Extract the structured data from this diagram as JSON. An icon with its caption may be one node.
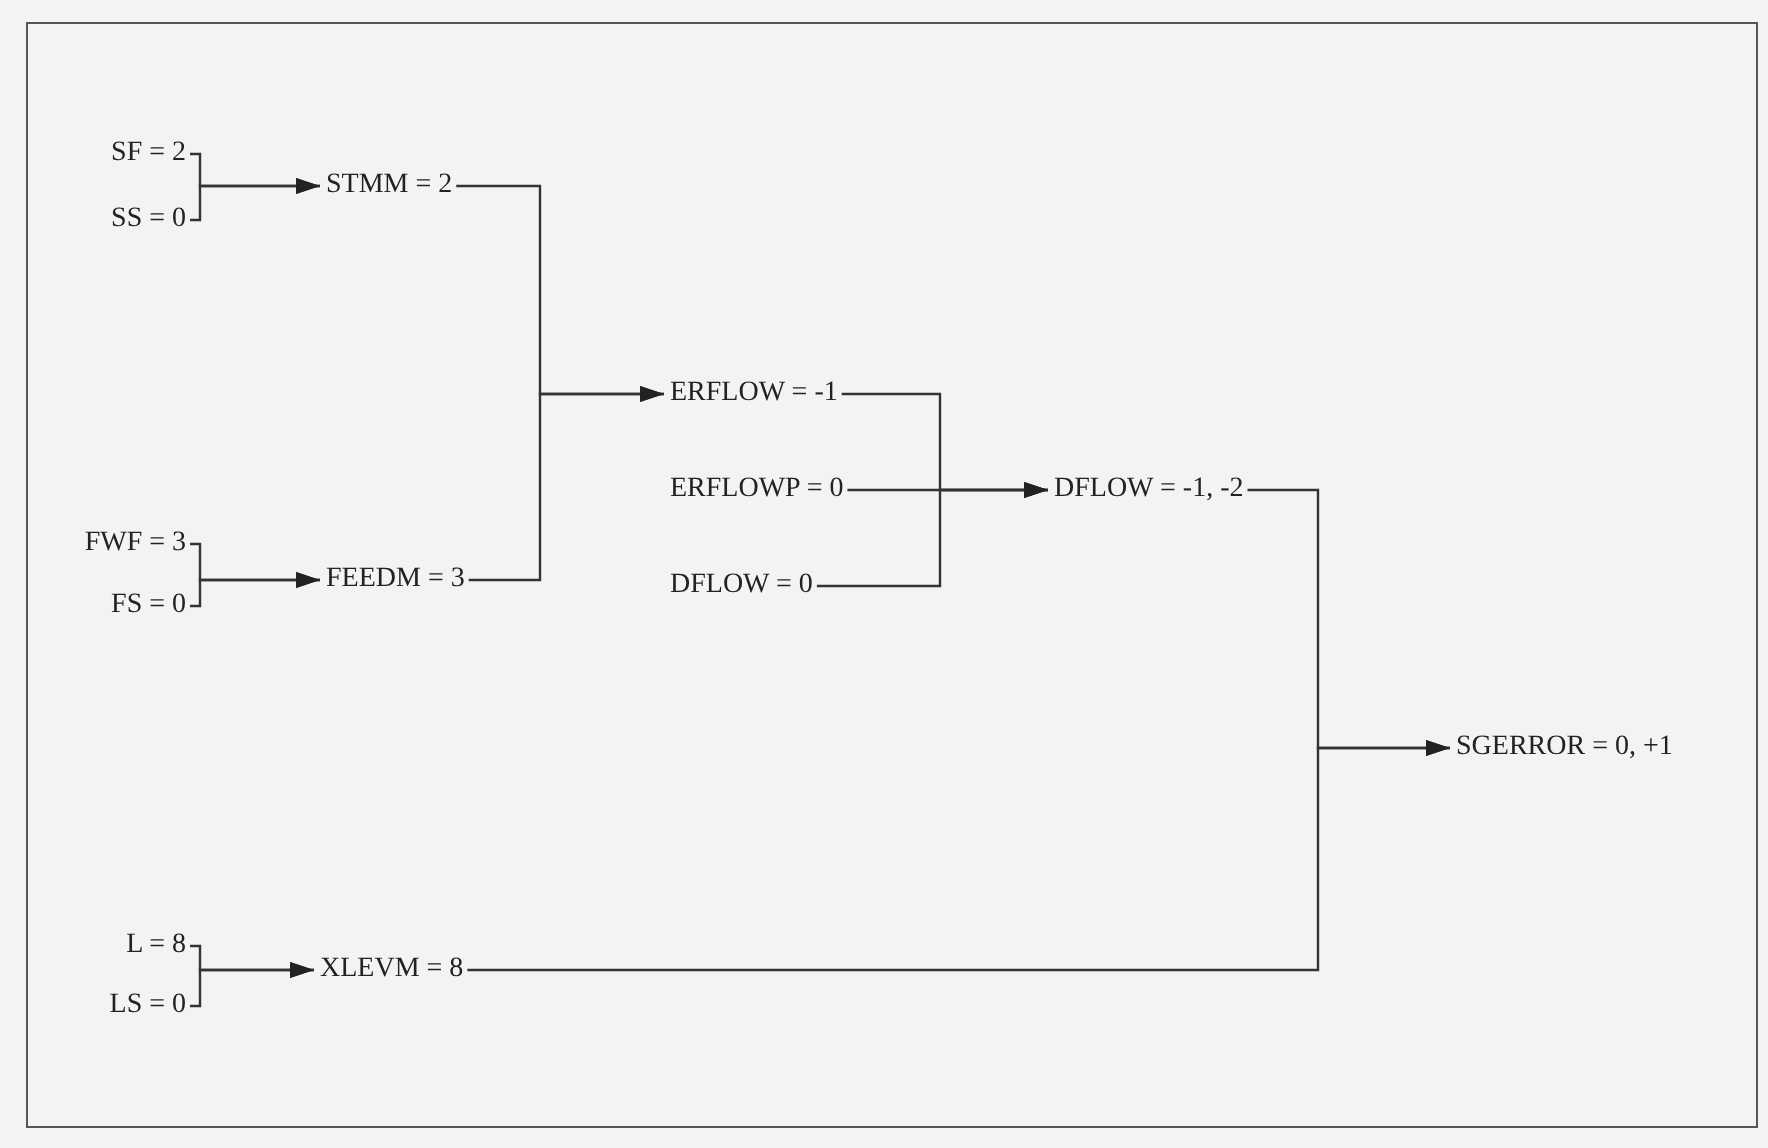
{
  "diagram": {
    "nodes": [
      {
        "text": [
          "SF = 2"
        ]
      },
      {
        "text": [
          "SS = 0"
        ]
      },
      {
        "text": [
          "STMM = 2"
        ]
      },
      {
        "text": [
          "FWF = 3"
        ]
      },
      {
        "text": [
          "FS = 0"
        ]
      },
      {
        "text": [
          "FEEDM = 3"
        ]
      },
      {
        "text": [
          "ERFLOW = -1"
        ]
      },
      {
        "text": [
          "ERFLOWP = 0"
        ]
      },
      {
        "text": [
          "DFLOW = 0"
        ]
      },
      {
        "text": [
          "DFLOW = -1, -2"
        ]
      },
      {
        "text": [
          "L = 8"
        ]
      },
      {
        "text": [
          "LS = 0"
        ]
      },
      {
        "text": [
          "XLEVM = 8"
        ]
      },
      {
        "text": [
          "SGERROR = 0, +1"
        ]
      }
    ],
    "edges": [
      {
        "from": 0,
        "to": 2,
        "arrow": "to"
      },
      {
        "from": 1,
        "to": 2,
        "arrow": "to"
      },
      {
        "from": 3,
        "to": 5,
        "arrow": "to"
      },
      {
        "from": 4,
        "to": 5,
        "arrow": "to"
      },
      {
        "from": 2,
        "to": 6,
        "arrow": "to"
      },
      {
        "from": 5,
        "to": 6,
        "arrow": "to"
      },
      {
        "from": 6,
        "to": 9,
        "arrow": "to"
      },
      {
        "from": 7,
        "to": 9,
        "arrow": "to"
      },
      {
        "from": 8,
        "to": 9,
        "arrow": "to"
      },
      {
        "from": 10,
        "to": 12,
        "arrow": "to"
      },
      {
        "from": 11,
        "to": 12,
        "arrow": "to"
      },
      {
        "from": 9,
        "to": 13,
        "arrow": "to"
      },
      {
        "from": 12,
        "to": 13,
        "arrow": "to"
      }
    ]
  }
}
